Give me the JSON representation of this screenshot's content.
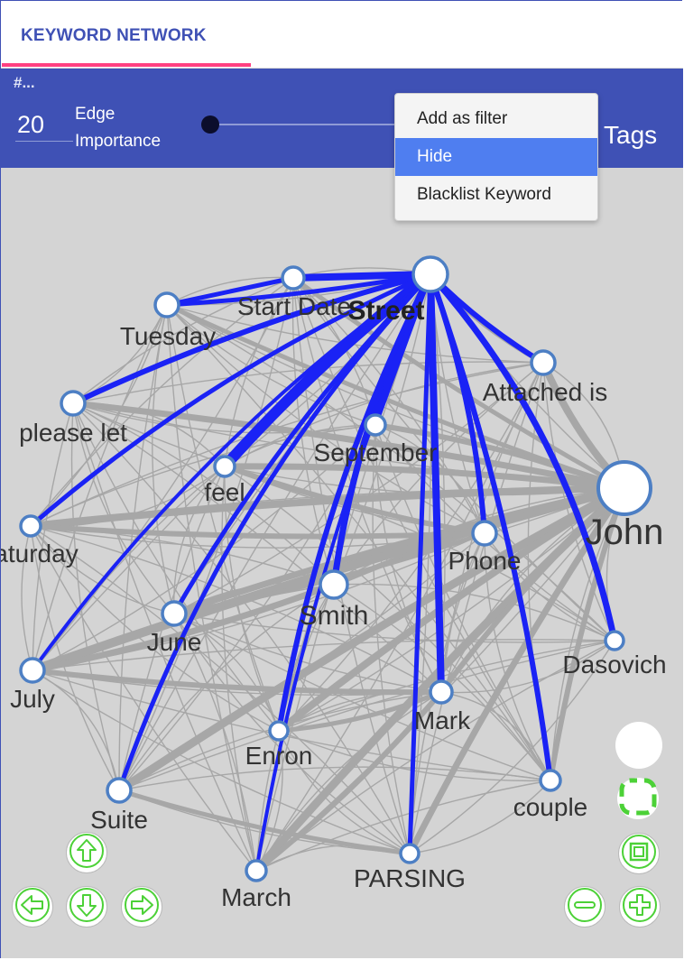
{
  "tab": {
    "label": "KEYWORD NETWORK"
  },
  "toolbar": {
    "hash_label": "#...",
    "edge_count": "20",
    "edge_label_line1": "Edge",
    "edge_label_line2": "Importance",
    "tags_label": "Tags",
    "slider_value": 0
  },
  "context_menu": {
    "items": [
      {
        "label": "Add as filter",
        "active": false
      },
      {
        "label": "Hide",
        "active": true
      },
      {
        "label": "Blacklist Keyword",
        "active": false
      }
    ]
  },
  "graph": {
    "nodes": [
      {
        "id": "street",
        "label": "Street",
        "bold": true,
        "size": "large"
      },
      {
        "id": "startdate",
        "label": "Start Date",
        "size": "small"
      },
      {
        "id": "tuesday",
        "label": "Tuesday",
        "size": "small"
      },
      {
        "id": "attached",
        "label": "Attached is",
        "size": "small"
      },
      {
        "id": "pleaselet",
        "label": "please let",
        "size": "small"
      },
      {
        "id": "september",
        "label": "September",
        "size": "small"
      },
      {
        "id": "feel",
        "label": "feel",
        "size": "small"
      },
      {
        "id": "john",
        "label": "John",
        "size": "xlarge"
      },
      {
        "id": "saturday",
        "label": "aturday",
        "size": "small"
      },
      {
        "id": "phone",
        "label": "Phone",
        "size": "small"
      },
      {
        "id": "smith",
        "label": "Smith",
        "size": "medium"
      },
      {
        "id": "june",
        "label": "June",
        "size": "small"
      },
      {
        "id": "dasovich",
        "label": "Dasovich",
        "size": "small"
      },
      {
        "id": "july",
        "label": "July",
        "size": "small"
      },
      {
        "id": "mark",
        "label": "Mark",
        "size": "small"
      },
      {
        "id": "enron",
        "label": "Enron",
        "size": "small"
      },
      {
        "id": "couple",
        "label": "couple",
        "size": "small"
      },
      {
        "id": "suite",
        "label": "Suite",
        "size": "small"
      },
      {
        "id": "parsing",
        "label": "PARSING",
        "size": "small"
      },
      {
        "id": "march",
        "label": "March",
        "size": "small"
      }
    ],
    "highlight_color": "#1a22f5",
    "edge_color": "#a7a7a7"
  },
  "controls": {
    "up": "arrow-up-icon",
    "left": "arrow-left-icon",
    "down": "arrow-down-icon",
    "right": "arrow-right-icon",
    "zoom_in": "plus-icon",
    "zoom_out": "minus-icon",
    "fit": "fit-screen-icon",
    "fullscreen": "fullscreen-icon",
    "accent": "#4cd137"
  }
}
